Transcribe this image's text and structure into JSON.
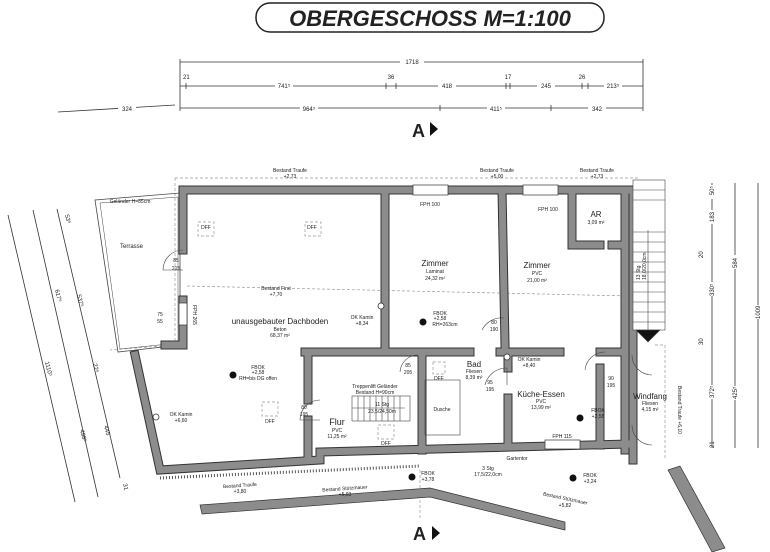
{
  "title": "OBERGESCHOSS   M=1:100",
  "section_marker": "A",
  "dimensions_top": {
    "total": "1718",
    "row2": [
      "21",
      "741⁵",
      "36",
      "418",
      "17",
      "245",
      "26",
      "213⁵"
    ],
    "row3": [
      "324",
      "964⁵",
      "411⁵",
      "342"
    ]
  },
  "dimensions_left": [
    "53⁵",
    "537⁵",
    "617⁵",
    "22⁵",
    "1110⁵",
    "445",
    "498⁵",
    "31"
  ],
  "dimensions_right": [
    "50⁵",
    "183",
    "20",
    "330⁵",
    "30",
    "372⁵",
    "21",
    "584",
    "425⁵",
    "1009"
  ],
  "rooms": {
    "terrasse": {
      "name": "Terrasse",
      "note": "Geländer H=85cm"
    },
    "dachboden": {
      "name": "unausgebauter Dachboden",
      "floor": "Beton",
      "area": "68,37 m²"
    },
    "zimmer1": {
      "name": "Zimmer",
      "floor": "Laminat",
      "area": "24,32 m²"
    },
    "zimmer2": {
      "name": "Zimmer",
      "floor": "PVC",
      "area": "21,00 m²"
    },
    "ar": {
      "name": "AR",
      "area": "3,09 m²"
    },
    "flur": {
      "name": "Flur",
      "floor": "PVC",
      "area": "11,25 m²"
    },
    "bad": {
      "name": "Bad",
      "floor": "Fliesen",
      "area": "8,39 m²"
    },
    "dusche": {
      "name": "Dusche"
    },
    "kueche": {
      "name": "Küche-Essen",
      "floor": "PVC",
      "area": "13,99 m²"
    },
    "windfang": {
      "name": "Windfang",
      "floor": "Fliesen",
      "area": "4,15 m²"
    }
  },
  "annotations": {
    "traufe1": "Bestand Traufe",
    "traufe1_h": "+2,73",
    "traufe2": "Bestand Traufe",
    "traufe2_h": "+5,00",
    "traufe3": "Bestand Traufe",
    "traufe3_h": "+2,73",
    "first": "Bestand First",
    "first_h": "+7,70",
    "kamin1": "OK Kamin",
    "kamin1_h": "+8,34",
    "kamin2": "OK Kamin",
    "kamin2_h": "+6,60",
    "kamin3": "OK Kamin",
    "kamin3_h": "+8,40",
    "fbok": "FBOK",
    "fbok1_h": "+2,58",
    "fbok1_note": "RH=bis DG offen",
    "fbok2_h": "+2,58",
    "fbok2_note": "RH=263cm",
    "fbok3_h": "+2,58",
    "fbok4_h": "+3,78",
    "fbok5_h": "+3,24",
    "fph100a": "FPH 100",
    "fph100b": "FPH 100",
    "fph115": "FPH 115",
    "fph265": "FPH 265",
    "dff": "DFF",
    "treppenlift": "Treppenlift  Geländer",
    "treppenlift2": "Bestand    H=90cm",
    "stg1": "11 Stg",
    "stg1_dim": "23,5/24,50m",
    "stg2": "3 Stg",
    "stg2_dim": "17,5/22,0cm",
    "stg3": "13 Stg",
    "stg3_dim": "18,0/20,0cm",
    "gartentor": "Gartentor",
    "traufe_bottom": "Bestand Traufe",
    "traufe_bottom_h": "+3,80",
    "stuetzmauer1": "Bestand Stützmauer",
    "stuetzmauer1_h": "+5,93",
    "stuetzmauer2": "Bestand Stützmauer",
    "stuetzmauer2_h": "+5,82",
    "traufe_right": "Bestand Traufe +6,10"
  },
  "doors": {
    "d1": [
      "85",
      "215"
    ],
    "d2": [
      "75",
      "55"
    ],
    "d3": [
      "80",
      "195"
    ],
    "d4": [
      "85",
      "205"
    ],
    "d5": [
      "95",
      "195"
    ],
    "d6": [
      "80",
      "190"
    ],
    "d7": [
      "90",
      "195"
    ]
  }
}
